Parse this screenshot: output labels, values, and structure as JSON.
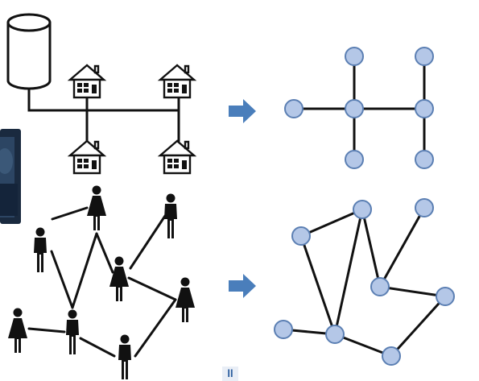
{
  "diagram": {
    "top_left": {
      "description_icons": [
        "database-cylinder-icon",
        "house-icon",
        "house-icon",
        "house-icon",
        "house-icon"
      ]
    },
    "top_right": {
      "nodes": 7,
      "edges": [
        [
          0,
          1
        ],
        [
          1,
          2
        ],
        [
          1,
          3
        ],
        [
          3,
          4
        ],
        [
          3,
          5
        ],
        [
          1,
          6
        ]
      ]
    },
    "bottom_left": {
      "icons": [
        "person-icon"
      ]
    },
    "bottom_right": {
      "nodes": 8
    },
    "arrow_color": "#4a7ebb",
    "node_fill": "#b4c7e7",
    "node_stroke": "#5b7fb3",
    "badge_text": "ll"
  }
}
